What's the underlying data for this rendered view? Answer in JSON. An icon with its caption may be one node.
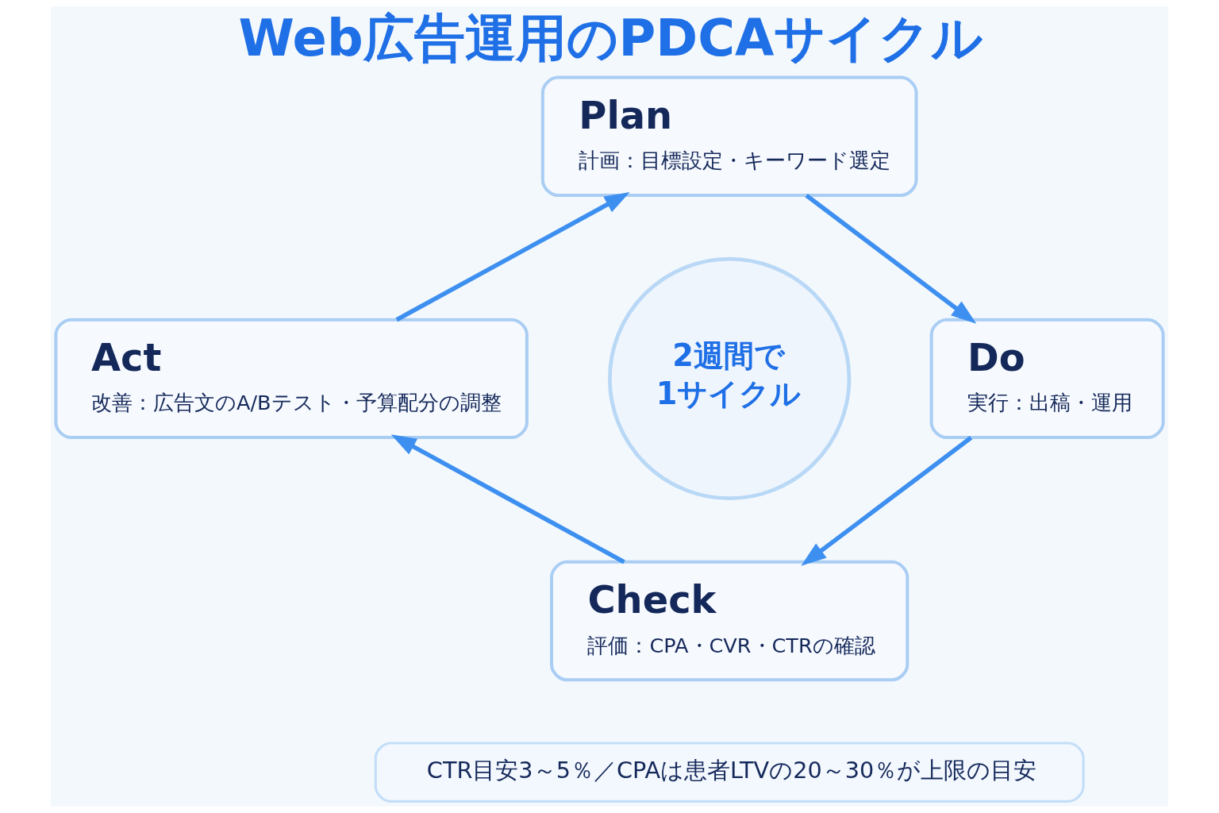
{
  "diagram": {
    "title": "Web広告運用のPDCAサイクル",
    "nodes": [
      {
        "text": [
          "Plan",
          "計画：目標設定・キーワード選定"
        ]
      },
      {
        "text": [
          "Do",
          "実行：出稿・運用"
        ]
      },
      {
        "text": [
          "Check",
          "評価：CPA・CVR・CTRの確認"
        ]
      },
      {
        "text": [
          "Act",
          "改善：広告文のA/Bテスト・予算配分の調整"
        ]
      },
      {
        "text": [
          "2週間で1サイクル"
        ]
      },
      {
        "text": [
          "CTR目安3～5％／CPAは患者LTVの20～30％が上限の目安"
        ]
      }
    ],
    "edges": [
      {
        "from": 0,
        "to": 1,
        "arrow": "to"
      },
      {
        "from": 1,
        "to": 2,
        "arrow": "to"
      },
      {
        "from": 2,
        "to": 3,
        "arrow": "to"
      },
      {
        "from": 3,
        "to": 0,
        "arrow": "to"
      }
    ]
  }
}
